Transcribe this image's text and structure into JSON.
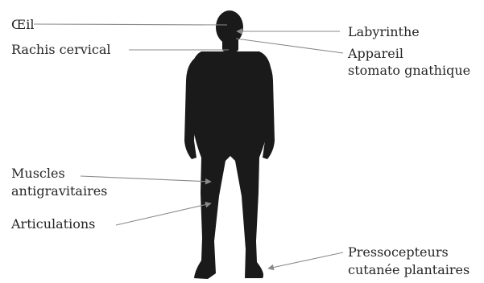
{
  "labels": {
    "oeil": "Œil",
    "rachis": "Rachis cervical",
    "labyrinthe": "Labyrinthe",
    "appareil_1": "Appareil",
    "appareil_2": "stomato gnathique",
    "muscles_1": "Muscles",
    "muscles_2": "antigravitaires",
    "articulations": "Articulations",
    "presso_1": "Pressocepteurs",
    "presso_2": "cutanée plantaires"
  },
  "colors": {
    "silhouette": "#1a1a1a",
    "text": "#262626",
    "leader": "#8a8a8a"
  }
}
